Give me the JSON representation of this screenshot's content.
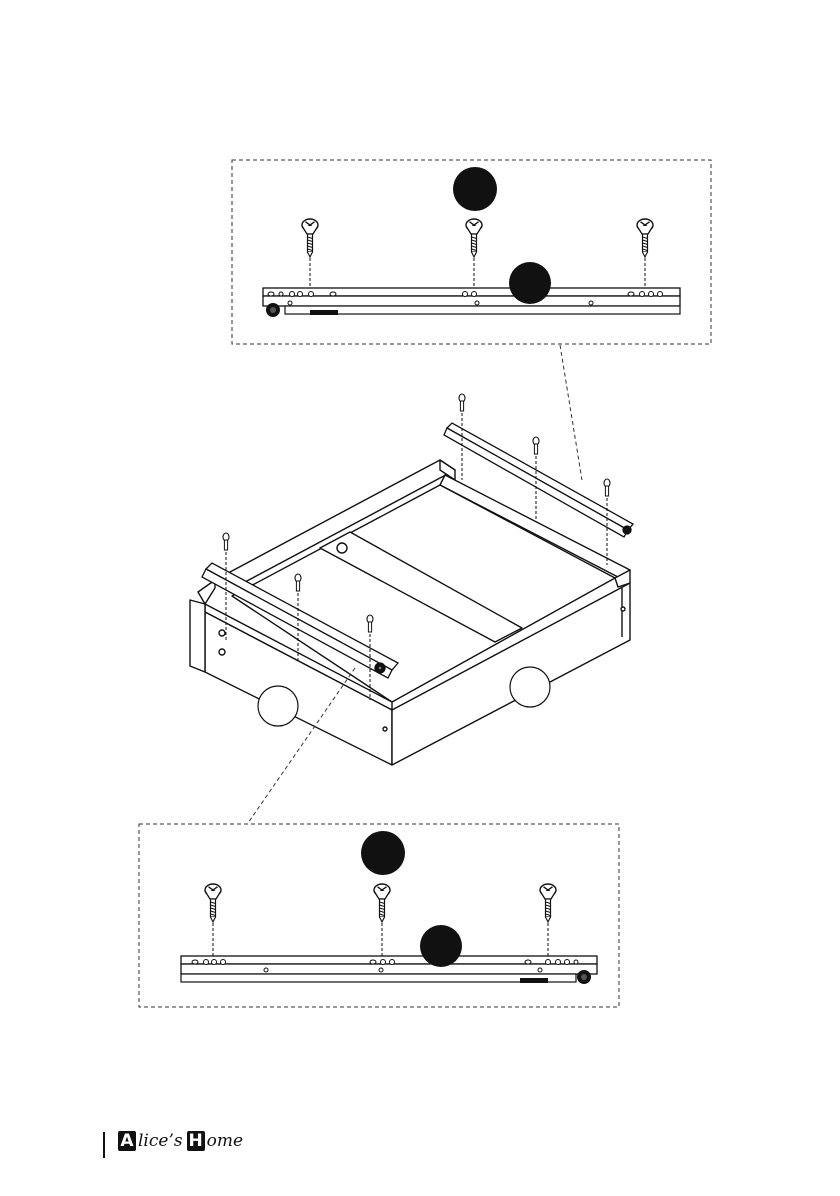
{
  "brand": {
    "first_initial": "A",
    "first_rest": "lice’s",
    "second_initial": "H",
    "second_rest": "ome"
  },
  "icons": {
    "screw": "cross-head-screw-icon",
    "callout": "step-marker-circle"
  }
}
